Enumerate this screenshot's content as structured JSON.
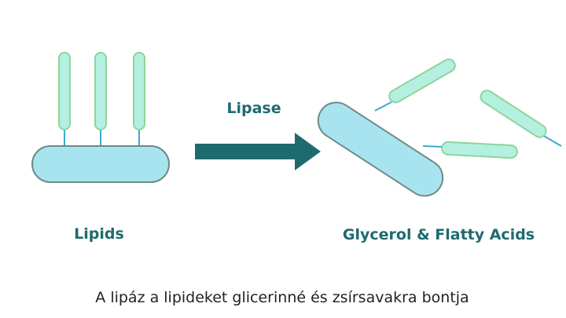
{
  "labels": {
    "enzyme": "Lipase",
    "input": "Lipids",
    "output": "Glycerol & Flatty Acids"
  },
  "caption": "A lipáz a lipideket glicerinné és zsírsavakra bontja",
  "colors": {
    "label_text": "#1e6b6e",
    "arrow": "#1e6b6e",
    "glycerol_fill": "#a8e4f0",
    "glycerol_stroke": "#6f8a88",
    "fatty_acid_fill": "#b3f0e0",
    "fatty_acid_stroke": "#8fd49a",
    "stem": "#3aa9d4",
    "caption_text": "#222222"
  }
}
